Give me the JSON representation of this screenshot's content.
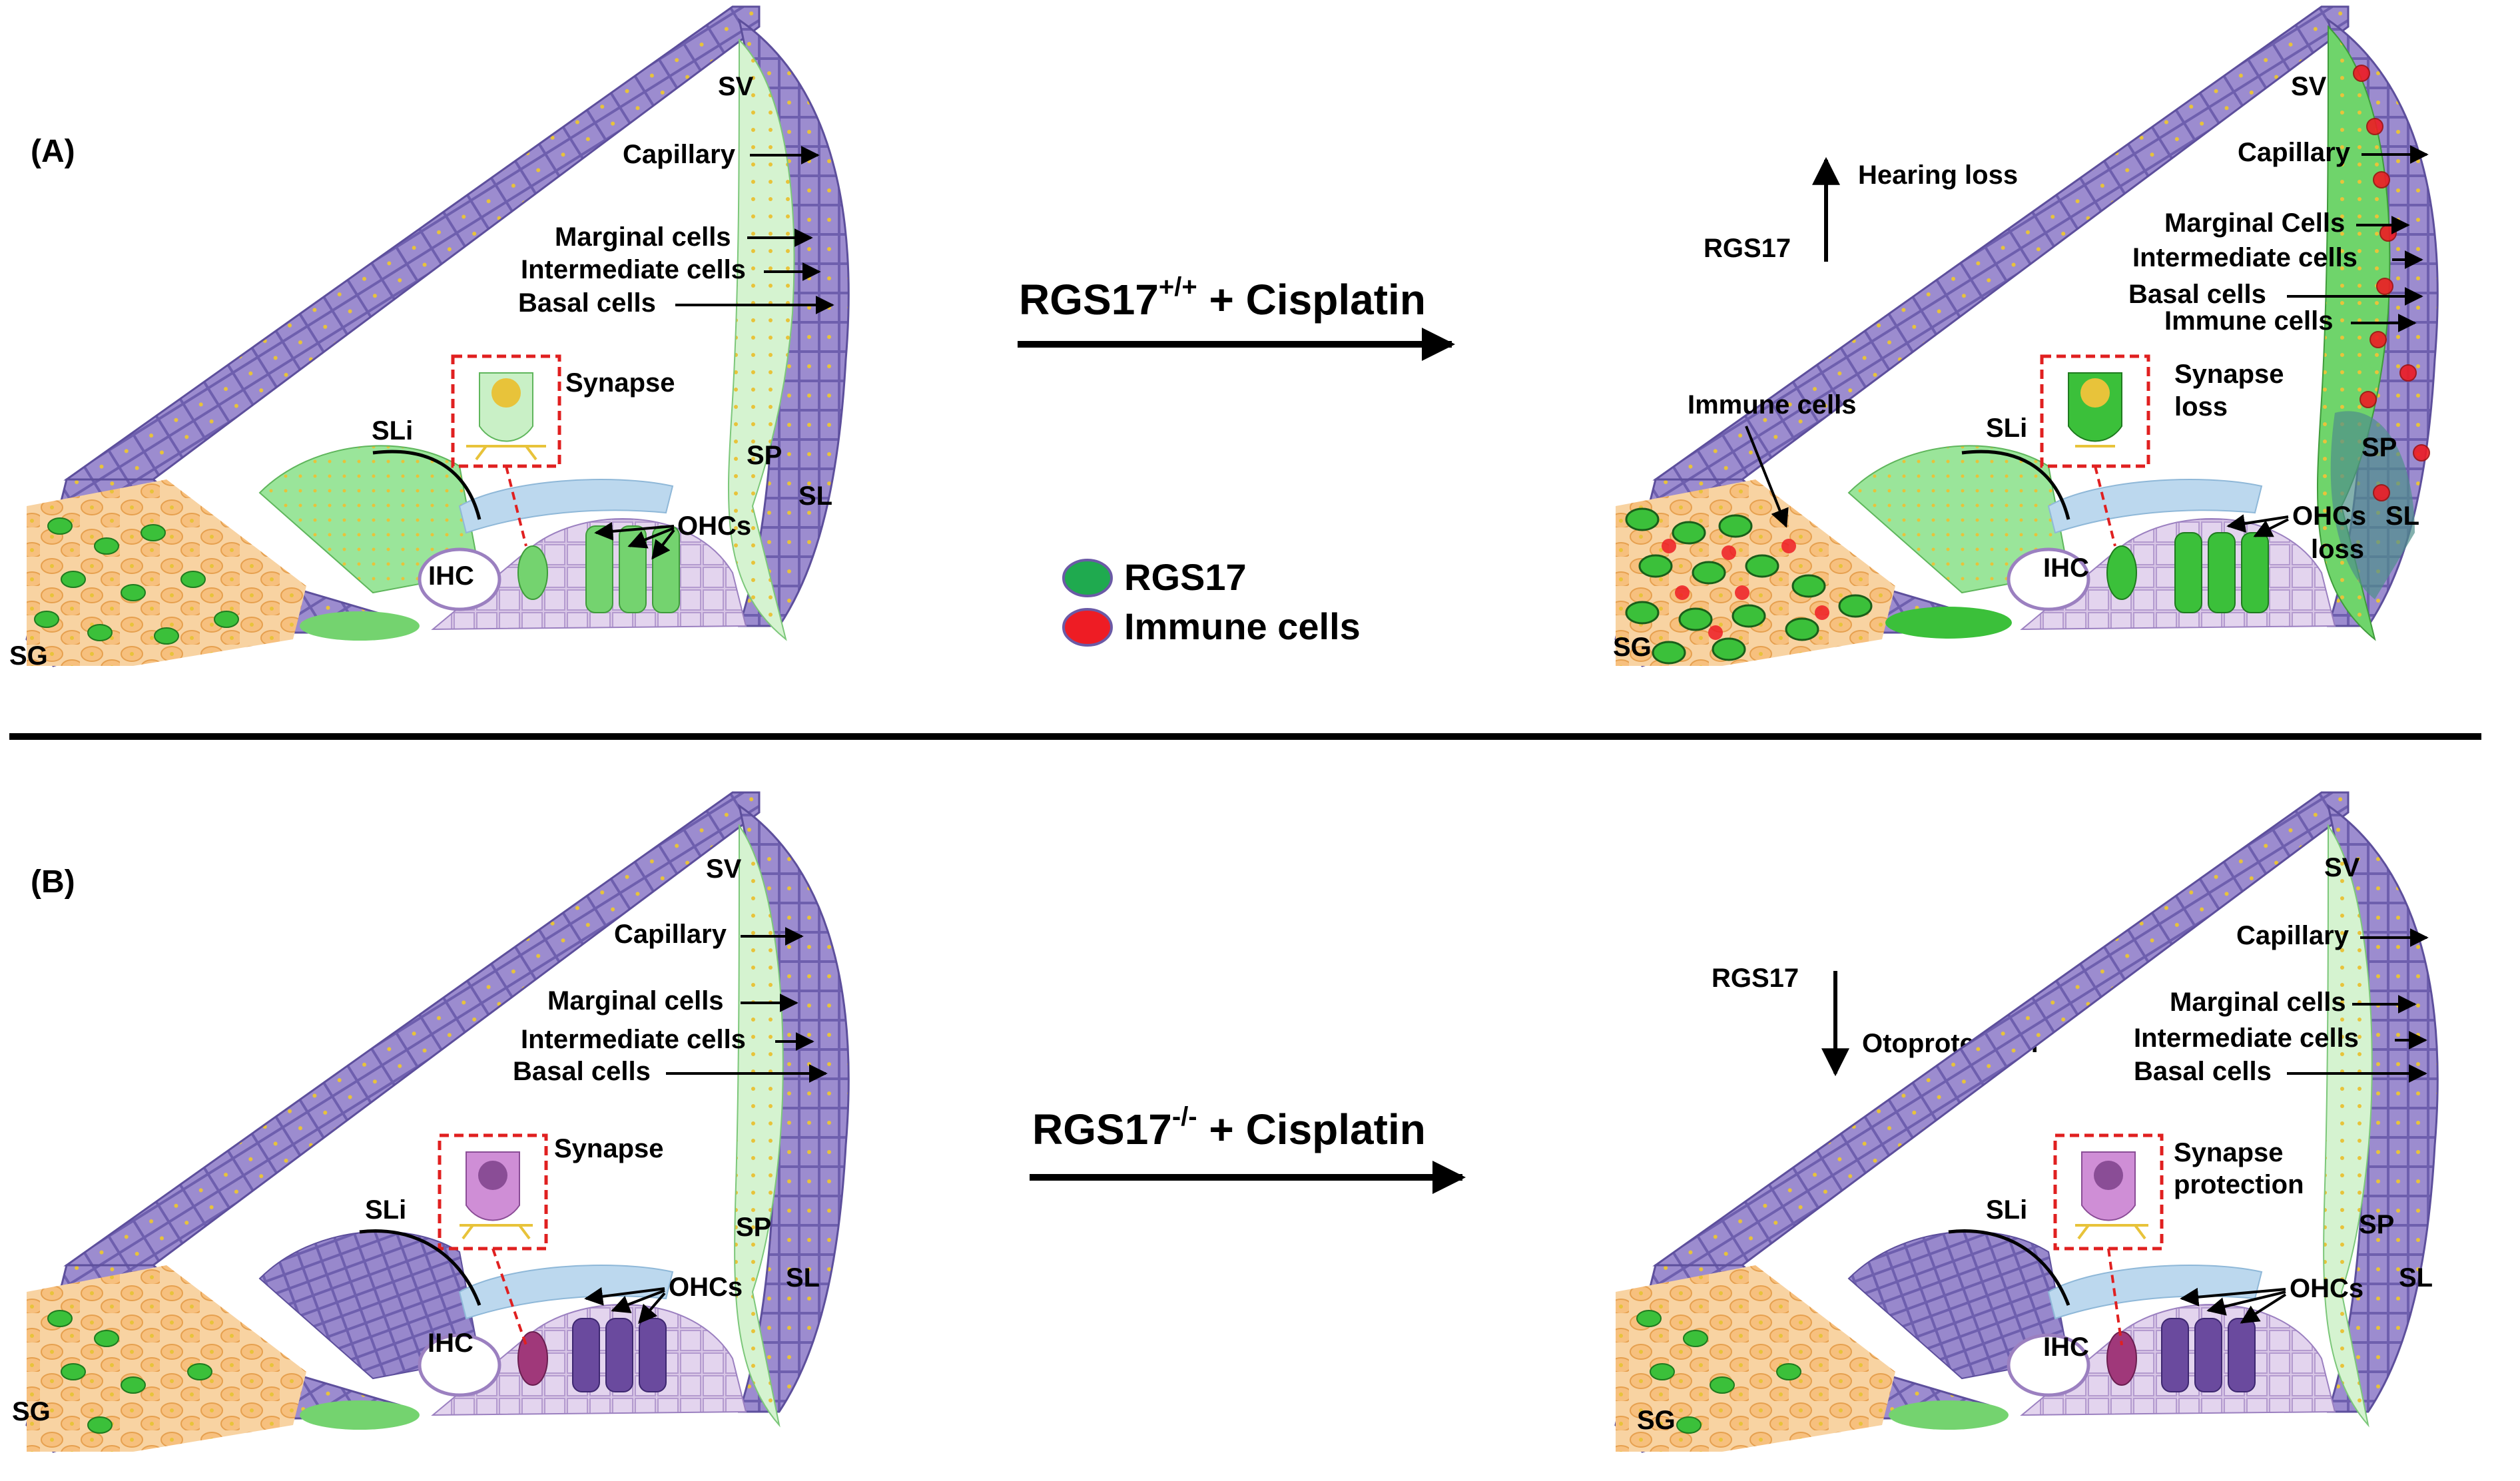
{
  "panel_a": {
    "tag": "(A)",
    "left": {
      "sv": "SV",
      "capillary": "Capillary",
      "marginal": "Marginal cells",
      "intermediate": "Intermediate cells",
      "basal": "Basal cells",
      "synapse": "Synapse",
      "sli": "SLi",
      "sp": "SP",
      "sl": "SL",
      "ohcs": "OHCs",
      "ihc": "IHC",
      "sg": "SG"
    },
    "condition_main": "RGS17",
    "condition_sup": "+/+",
    "condition_tail": " + Cisplatin",
    "trend_gene": "RGS17",
    "trend_outcome": "Hearing loss",
    "trend_direction": "up",
    "right": {
      "sv": "SV",
      "capillary": "Capillary",
      "marginal": "Marginal Cells",
      "intermediate": "Intermediate cells",
      "basal": "Basal cells",
      "immune_sv": "Immune cells",
      "immune_sg": "Immune cells",
      "synapse_line1": "Synapse",
      "synapse_line2": "loss",
      "sli": "SLi",
      "sp": "SP",
      "sl": "SL",
      "ohcs_line1": "OHCs",
      "ohcs_line2": "loss",
      "ihc": "IHC",
      "sg": "SG"
    }
  },
  "legend": {
    "items": [
      {
        "label": "RGS17",
        "color": "#1faa4f"
      },
      {
        "label": "Immune cells",
        "color": "#ee1c24"
      }
    ]
  },
  "panel_b": {
    "tag": "(B)",
    "left": {
      "sv": "SV",
      "capillary": "Capillary",
      "marginal": "Marginal cells",
      "intermediate": "Intermediate cells",
      "basal": "Basal cells",
      "synapse": "Synapse",
      "sli": "SLi",
      "sp": "SP",
      "sl": "SL",
      "ohcs": "OHCs",
      "ihc": "IHC",
      "sg": "SG"
    },
    "condition_main": "RGS17",
    "condition_sup": "-/-",
    "condition_tail": " + Cisplatin",
    "trend_gene": "RGS17",
    "trend_outcome": "Otoprotection",
    "trend_direction": "down",
    "right": {
      "sv": "SV",
      "capillary": "Capillary",
      "marginal": "Marginal cells",
      "intermediate": "Intermediate cells",
      "basal": "Basal cells",
      "synapse_line1": "Synapse",
      "synapse_line2": "protection",
      "sli": "SLi",
      "sp": "SP",
      "sl": "SL",
      "ohcs": "OHCs",
      "ihc": "IHC",
      "sg": "SG"
    }
  },
  "colors": {
    "wall": "#8f7fc4",
    "wall_dots": "#e8c33a",
    "stria_light": "#c9f0c6",
    "stria_green": "#5ecf5a",
    "limbus_green": "#9ae59a",
    "ganglion_orange": "#f7c98c",
    "rgs17_green": "#1faa4f",
    "immune_red": "#ee1c24",
    "knockout_purple": "#cf8ed6",
    "synapse_border": "#e02020",
    "tectorial_blue": "#bcd8ee",
    "organ_lilac": "#d9c7e6"
  }
}
